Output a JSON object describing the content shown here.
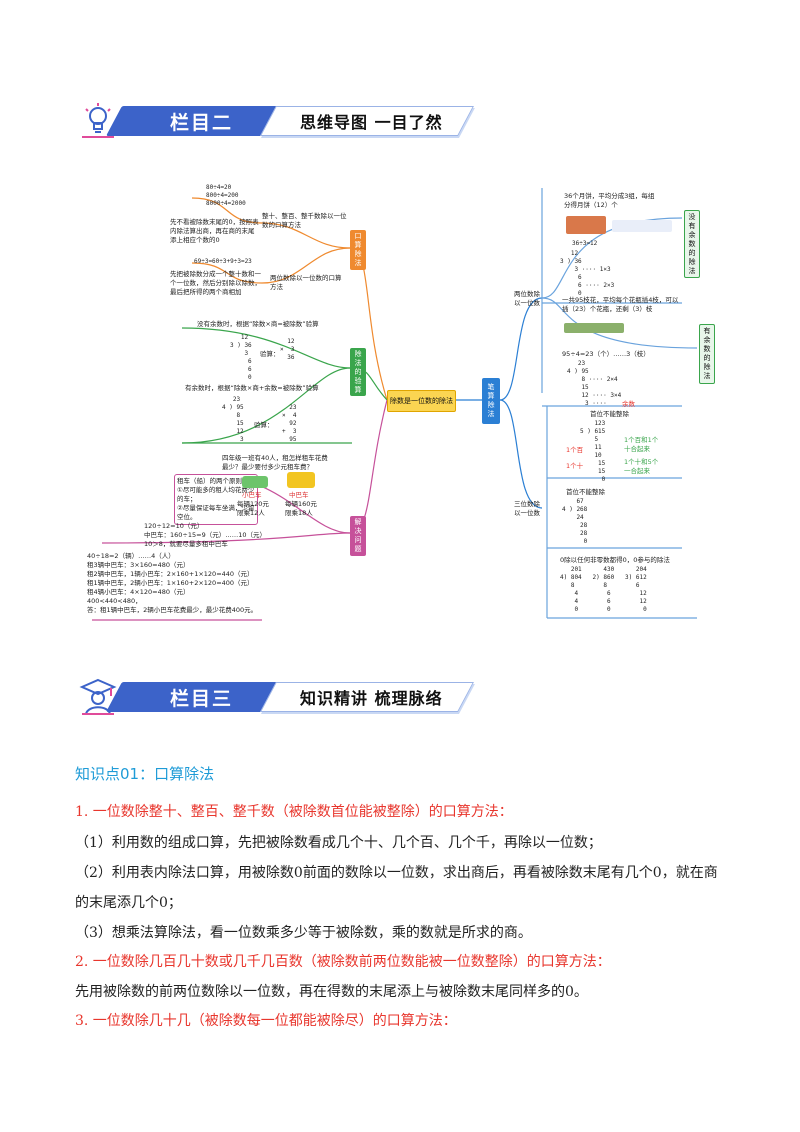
{
  "section2": {
    "tag": "栏目二",
    "subtitle": "思维导图 一目了然"
  },
  "section3": {
    "tag": "栏目三",
    "subtitle": "知识精讲 梳理脉络"
  },
  "mindmap": {
    "center": "除数是一位数的除法",
    "oral": "口算除法",
    "check": "除法的验算",
    "solve": "解决问题",
    "written": "笔算除法",
    "oral_rule1": "整十、整百、整千数除以一位数的口算方法",
    "oral_rule2": "两位数除以一位数的口算方法",
    "oral_note1": "先不看被除数末尾的0，按照表内除法算出商，再在商的末尾添上相应个数的0",
    "oral_note2": "先把被除数分成一个整十数和一个一位数，然后分别除以除数，最后把所得的两个商相加",
    "oral_ex1": [
      "80÷4=20",
      "800÷4=200",
      "8000÷4=2000"
    ],
    "oral_ex2": "69÷3=60÷3+9÷3=23",
    "check1": "没有余数时，根据“除数×商=被除数”验算",
    "check2": "有余数时，根据“除数×商+余数=被除数”验算",
    "check_label": "验算：",
    "solve_q": "四年级一班有40人，租怎样租车花费最少？最少要付多少元租车费？",
    "solve_rule_title": "租车（船）的两个原则：",
    "solve_rule1": "①尽可能多的租人均花费少的车；",
    "solve_rule2": "②尽量保证每车坐满，少留空位。",
    "bus_small": "小巴车",
    "bus_mid": "中巴车",
    "bus_small_info": "每辆120元 限乘12人",
    "bus_mid_info": "每辆160元 限乘18人",
    "solve_calc": [
      "120÷12=10（元）",
      "中巴车：160÷15=9（元）……10（元）",
      "10＞8，就要尽量多租中巴车"
    ],
    "solve_list": [
      "40÷18=2（辆）……4（人）",
      "租3辆中巴车：3×160=480（元）",
      "租2辆中巴车，1辆小巴车：2×160+1×120=440（元）",
      "租1辆中巴车，2辆小巴车：1×160+2×120=400（元）",
      "租4辆小巴车：4×120=480（元）",
      "400<440<480，",
      "答：租1辆中巴车，2辆小巴车花费最少，最少花费400元。"
    ],
    "two_digit": "两位数除以一位数",
    "three_digit": "三位数除以一位数",
    "no_remainder": "没有余数的除法",
    "with_remainder": "有余数的除法",
    "bricks_q": "36个月饼，平均分成3组，每组分得月饼（12）个",
    "flowers_q": "一共95枝花，平均每个花瓶插4枝，可以插（23）个花瓶，还剩（3）枝",
    "flowers_eq": "95÷4=23（个）……3（枝）",
    "eq36": "36÷3=12",
    "first_div": "首位不能整除",
    "first_div2": "首位不能整除",
    "zero_rule": "0除以任何非零数都得0，0参与的除法",
    "remainder_label": "余数",
    "ones": "1个十",
    "hundred": "1个百",
    "hundred_note": "1个百和1个十合起来",
    "ten_note": "1个十和5个一合起来"
  },
  "kp01": {
    "title": "知识点01：口算除法",
    "l1": "1. 一位数除整十、整百、整千数（被除数首位能被整除）的口算方法：",
    "l2": "（1）利用数的组成口算，先把被除数看成几个十、几个百、几个千，再除以一位数；",
    "l3": "（2）利用表内除法口算，用被除数0前面的数除以一位数，求出商后，再看被除数末尾有几个0，就在商",
    "l4": "的末尾添几个0；",
    "l5": "（3）想乘法算除法，看一位数乘多少等于被除数，乘的数就是所求的商。",
    "l6": "2. 一位数除几百几十数或几千几百数（被除数前两位数能被一位数整除）的口算方法：",
    "l7": "先用被除数的前两位数除以一位数，再在得数的末尾添上与被除数末尾同样多的0。",
    "l8": "3. 一位数除几十几（被除数每一位都能被除尽）的口算方法："
  }
}
